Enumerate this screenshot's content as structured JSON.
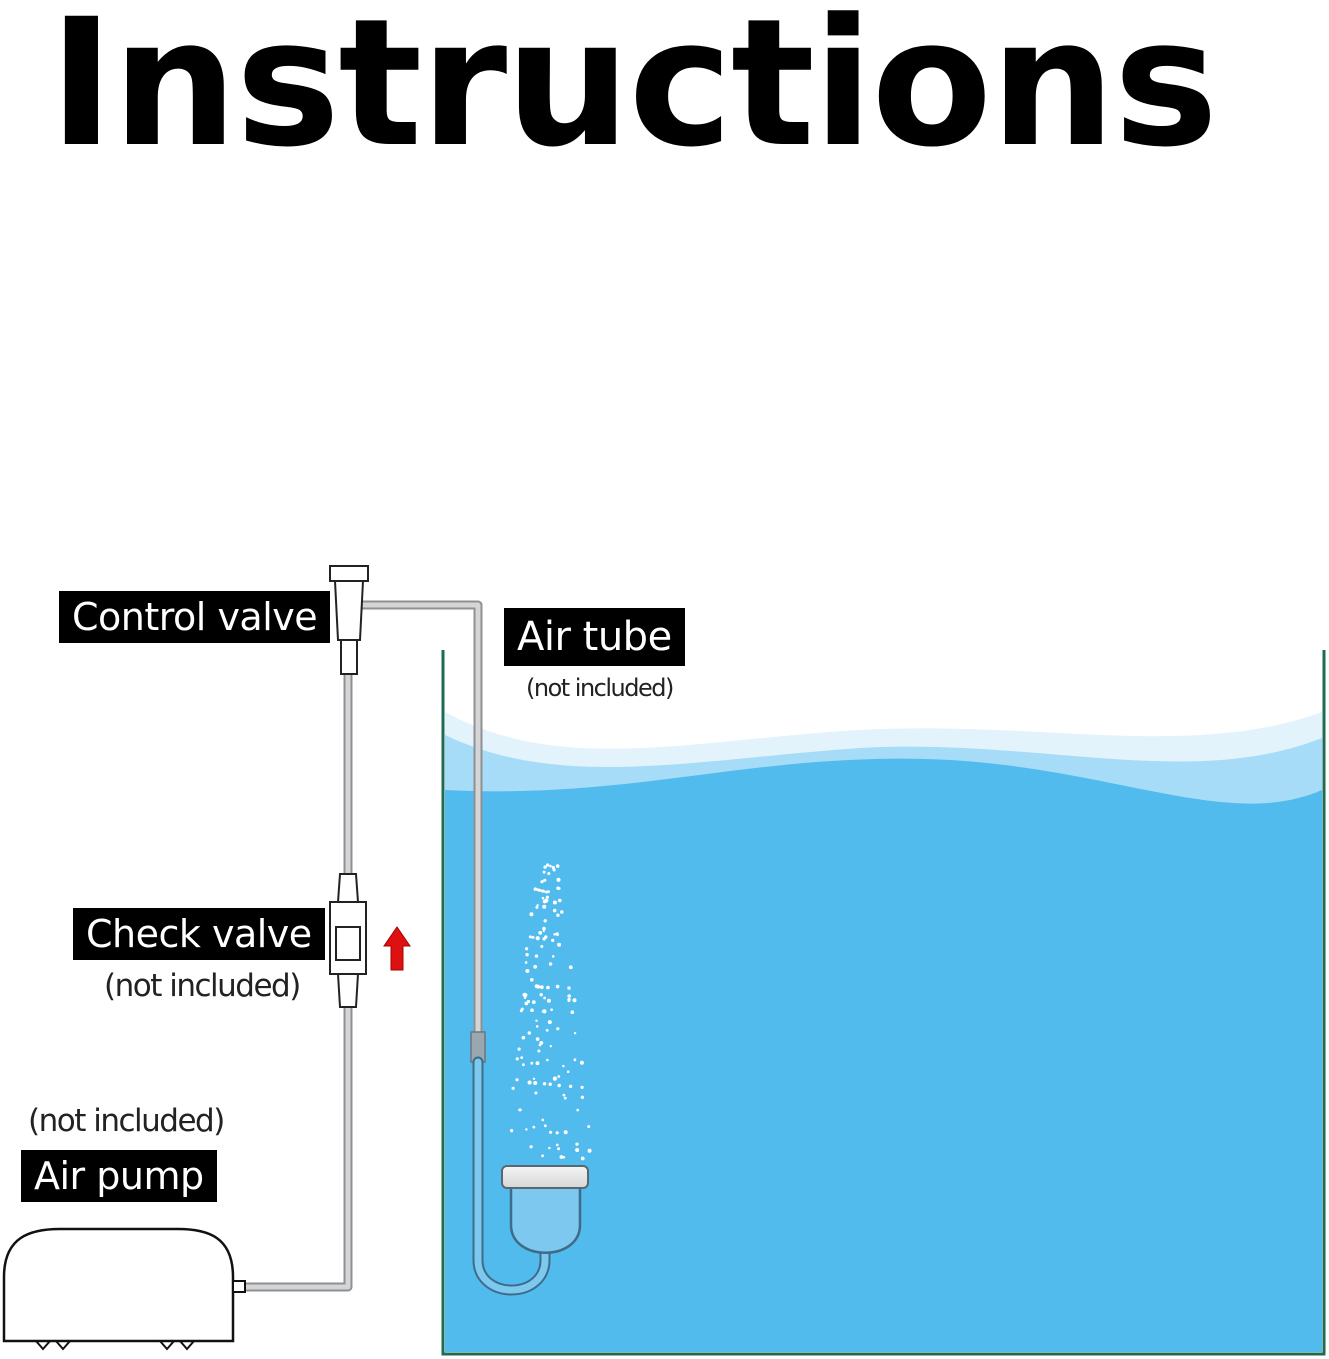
{
  "title": "Instructions",
  "labels": {
    "control_valve": "Control valve",
    "air_tube": "Air tube",
    "check_valve": "Check valve",
    "air_pump": "Air pump"
  },
  "notes": {
    "air_tube_note": "(not included)",
    "check_valve_note": "(not included)",
    "air_pump_note": "(not included)"
  },
  "colors": {
    "water": "#52bbee",
    "water_light": "#a6dcf7",
    "tank_glass": "#1f6b52",
    "tube": "#b4b6b8",
    "label_bg": "#000000",
    "arrow": "#dd1111"
  }
}
